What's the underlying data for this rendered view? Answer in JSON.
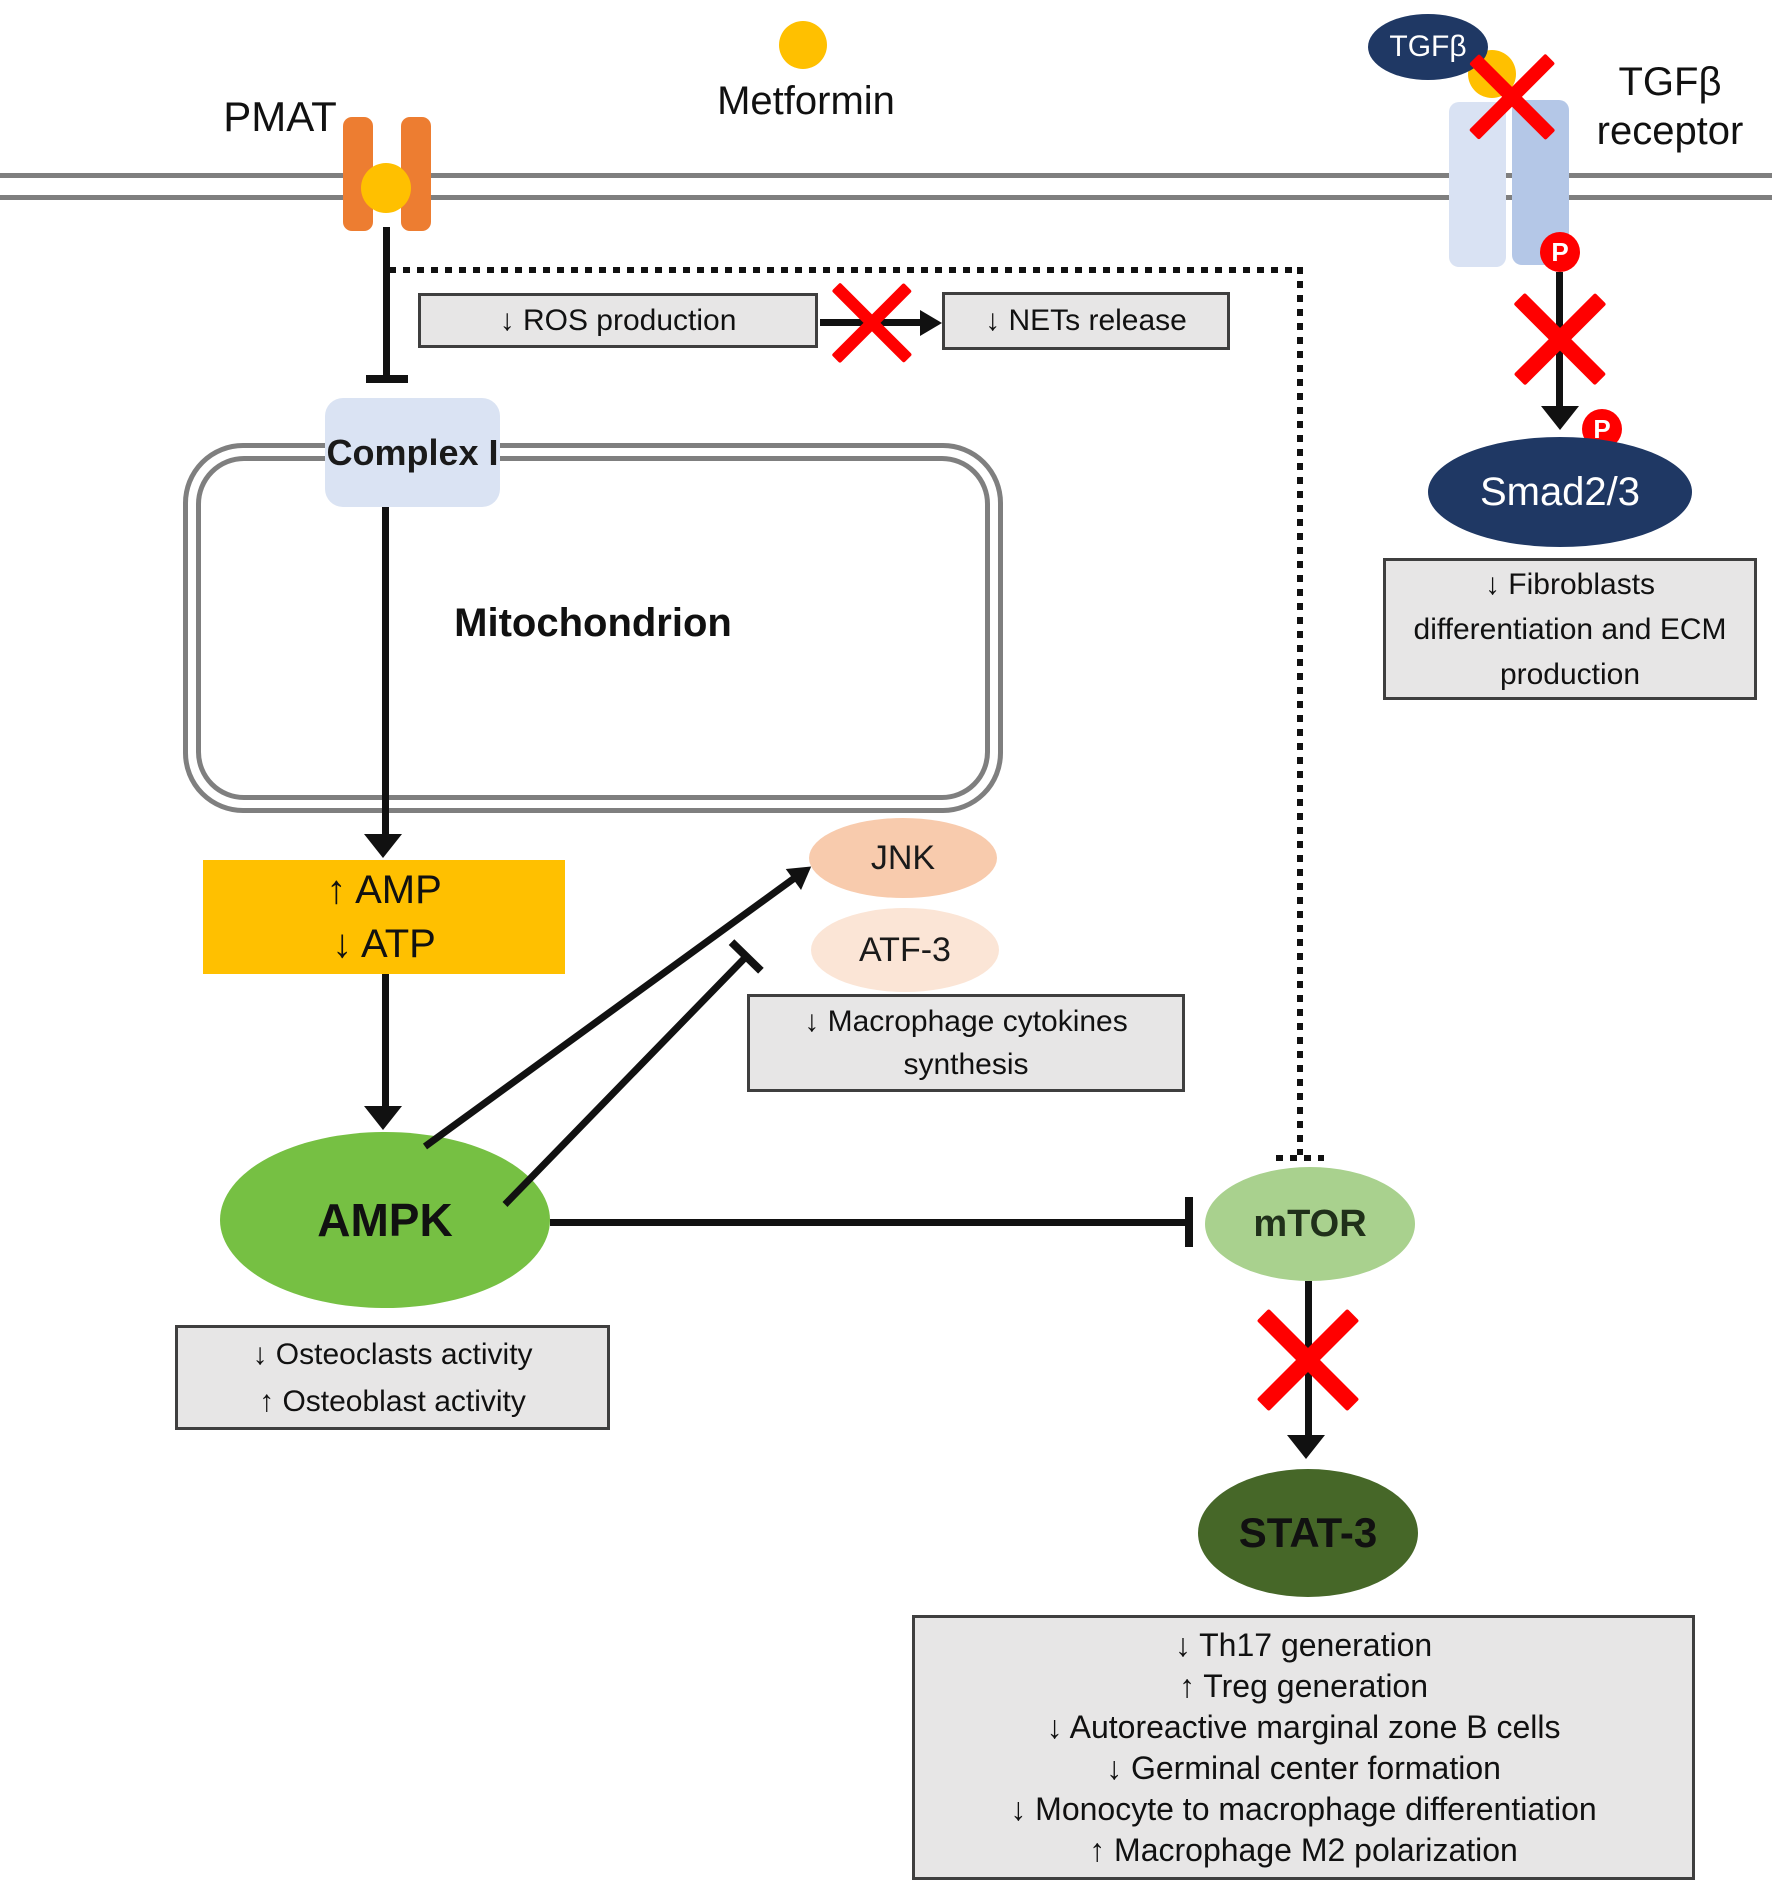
{
  "title": "Metformin mechanism of action pathway diagram",
  "palette": {
    "pmat_orange": "#ED7D31",
    "metformin_gold": "#FFC000",
    "complex1_blue": "#DAE3F3",
    "receptor_blue_light": "#D9E2F3",
    "receptor_blue_medium": "#B4C7E7",
    "navy": "#1F3864",
    "jnk_peach": "#F8CBAD",
    "atf3_peach": "#FBE5D6",
    "ampk_green": "#76C043",
    "mtor_green": "#A9D18E",
    "stat3_green": "#466728",
    "annotation_gray": "#E7E6E6",
    "membrane_gray": "#7F7F7F",
    "inhibit_red": "#FF0000"
  },
  "nodes": {
    "pmat": "PMAT",
    "metformin": "Metformin",
    "tgfb_ligand": "TGFβ",
    "tgfb_receptor_line1": "TGFβ",
    "tgfb_receptor_line2": "receptor",
    "phospho": "P",
    "complex1": "Complex I",
    "mitochondrion": "Mitochondrion",
    "amp": "↑ AMP",
    "atp": "↓ ATP",
    "jnk": "JNK",
    "atf3": "ATF-3",
    "ampk": "AMPK",
    "mtor": "mTOR",
    "stat3": "STAT-3",
    "smad": "Smad2/3"
  },
  "boxes": {
    "ros": "↓ ROS production",
    "nets": "↓ NETs release",
    "macrophage": [
      "↓ Macrophage cytokines",
      "synthesis"
    ],
    "osteo": [
      "↓ Osteoclasts activity",
      "↑ Osteoblast activity"
    ],
    "fibroblasts": [
      "↓ Fibroblasts",
      "differentiation and ECM",
      "production"
    ],
    "outcomes": [
      "↓ Th17 generation",
      "↑ Treg generation",
      "↓ Autoreactive marginal zone B cells",
      "↓ Germinal center formation",
      "↓ Monocyte to macrophage differentiation",
      "↑ Macrophage M2 polarization"
    ]
  }
}
